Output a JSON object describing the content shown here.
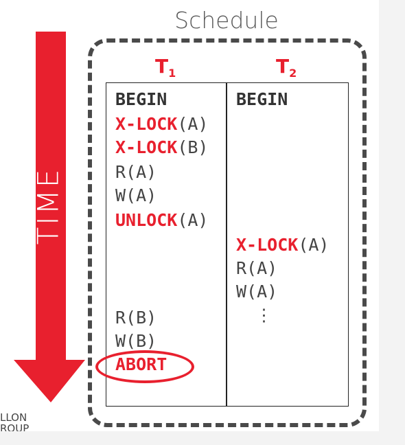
{
  "schedule": {
    "title": "Schedule"
  },
  "time_axis": {
    "label": "TIME",
    "color": "#e8202e"
  },
  "transactions": [
    {
      "name": "T",
      "subscript": "1"
    },
    {
      "name": "T",
      "subscript": "2"
    }
  ],
  "t1_ops": [
    {
      "keyword": "BEGIN",
      "arg": "",
      "style": "dark"
    },
    {
      "keyword": "X-LOCK",
      "arg": "(A)",
      "style": "red"
    },
    {
      "keyword": "X-LOCK",
      "arg": "(B)",
      "style": "red"
    },
    {
      "keyword": "",
      "arg": "R(A)",
      "style": "plain"
    },
    {
      "keyword": "",
      "arg": "W(A)",
      "style": "plain"
    },
    {
      "keyword": "UNLOCK",
      "arg": "(A)",
      "style": "red"
    },
    {
      "keyword": "",
      "arg": "R(B)",
      "style": "plain"
    },
    {
      "keyword": "",
      "arg": "W(B)",
      "style": "plain"
    },
    {
      "keyword": "ABORT",
      "arg": "",
      "style": "red"
    }
  ],
  "t2_ops": [
    {
      "keyword": "BEGIN",
      "arg": "",
      "style": "dark"
    },
    {
      "keyword": "X-LOCK",
      "arg": "(A)",
      "style": "red"
    },
    {
      "keyword": "",
      "arg": "R(A)",
      "style": "plain"
    },
    {
      "keyword": "",
      "arg": "W(A)",
      "style": "plain"
    },
    {
      "keyword": "",
      "arg": "⋮",
      "style": "plain"
    }
  ],
  "footer": {
    "line1": "LLON",
    "line2": "ROUP"
  },
  "colors": {
    "accent": "#e8202e",
    "text": "#444444",
    "border": "#4a4a4a"
  }
}
